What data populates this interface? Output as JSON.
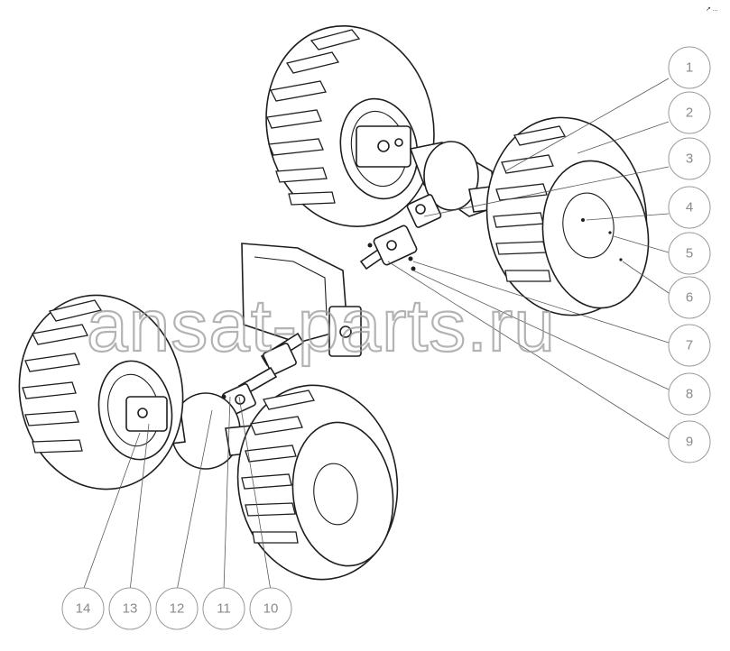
{
  "corner_mark": "↗ ...",
  "watermark": "ansat-parts.ru",
  "callouts": [
    {
      "label": "1"
    },
    {
      "label": "2"
    },
    {
      "label": "3"
    },
    {
      "label": "4"
    },
    {
      "label": "5"
    },
    {
      "label": "6"
    },
    {
      "label": "7"
    },
    {
      "label": "8"
    },
    {
      "label": "9"
    },
    {
      "label": "10"
    },
    {
      "label": "11"
    },
    {
      "label": "12"
    },
    {
      "label": "13"
    },
    {
      "label": "14"
    }
  ],
  "colors": {
    "line": "#1e1e1e",
    "callout": "#9a9a9a",
    "watermark": "#9a9a9a"
  }
}
